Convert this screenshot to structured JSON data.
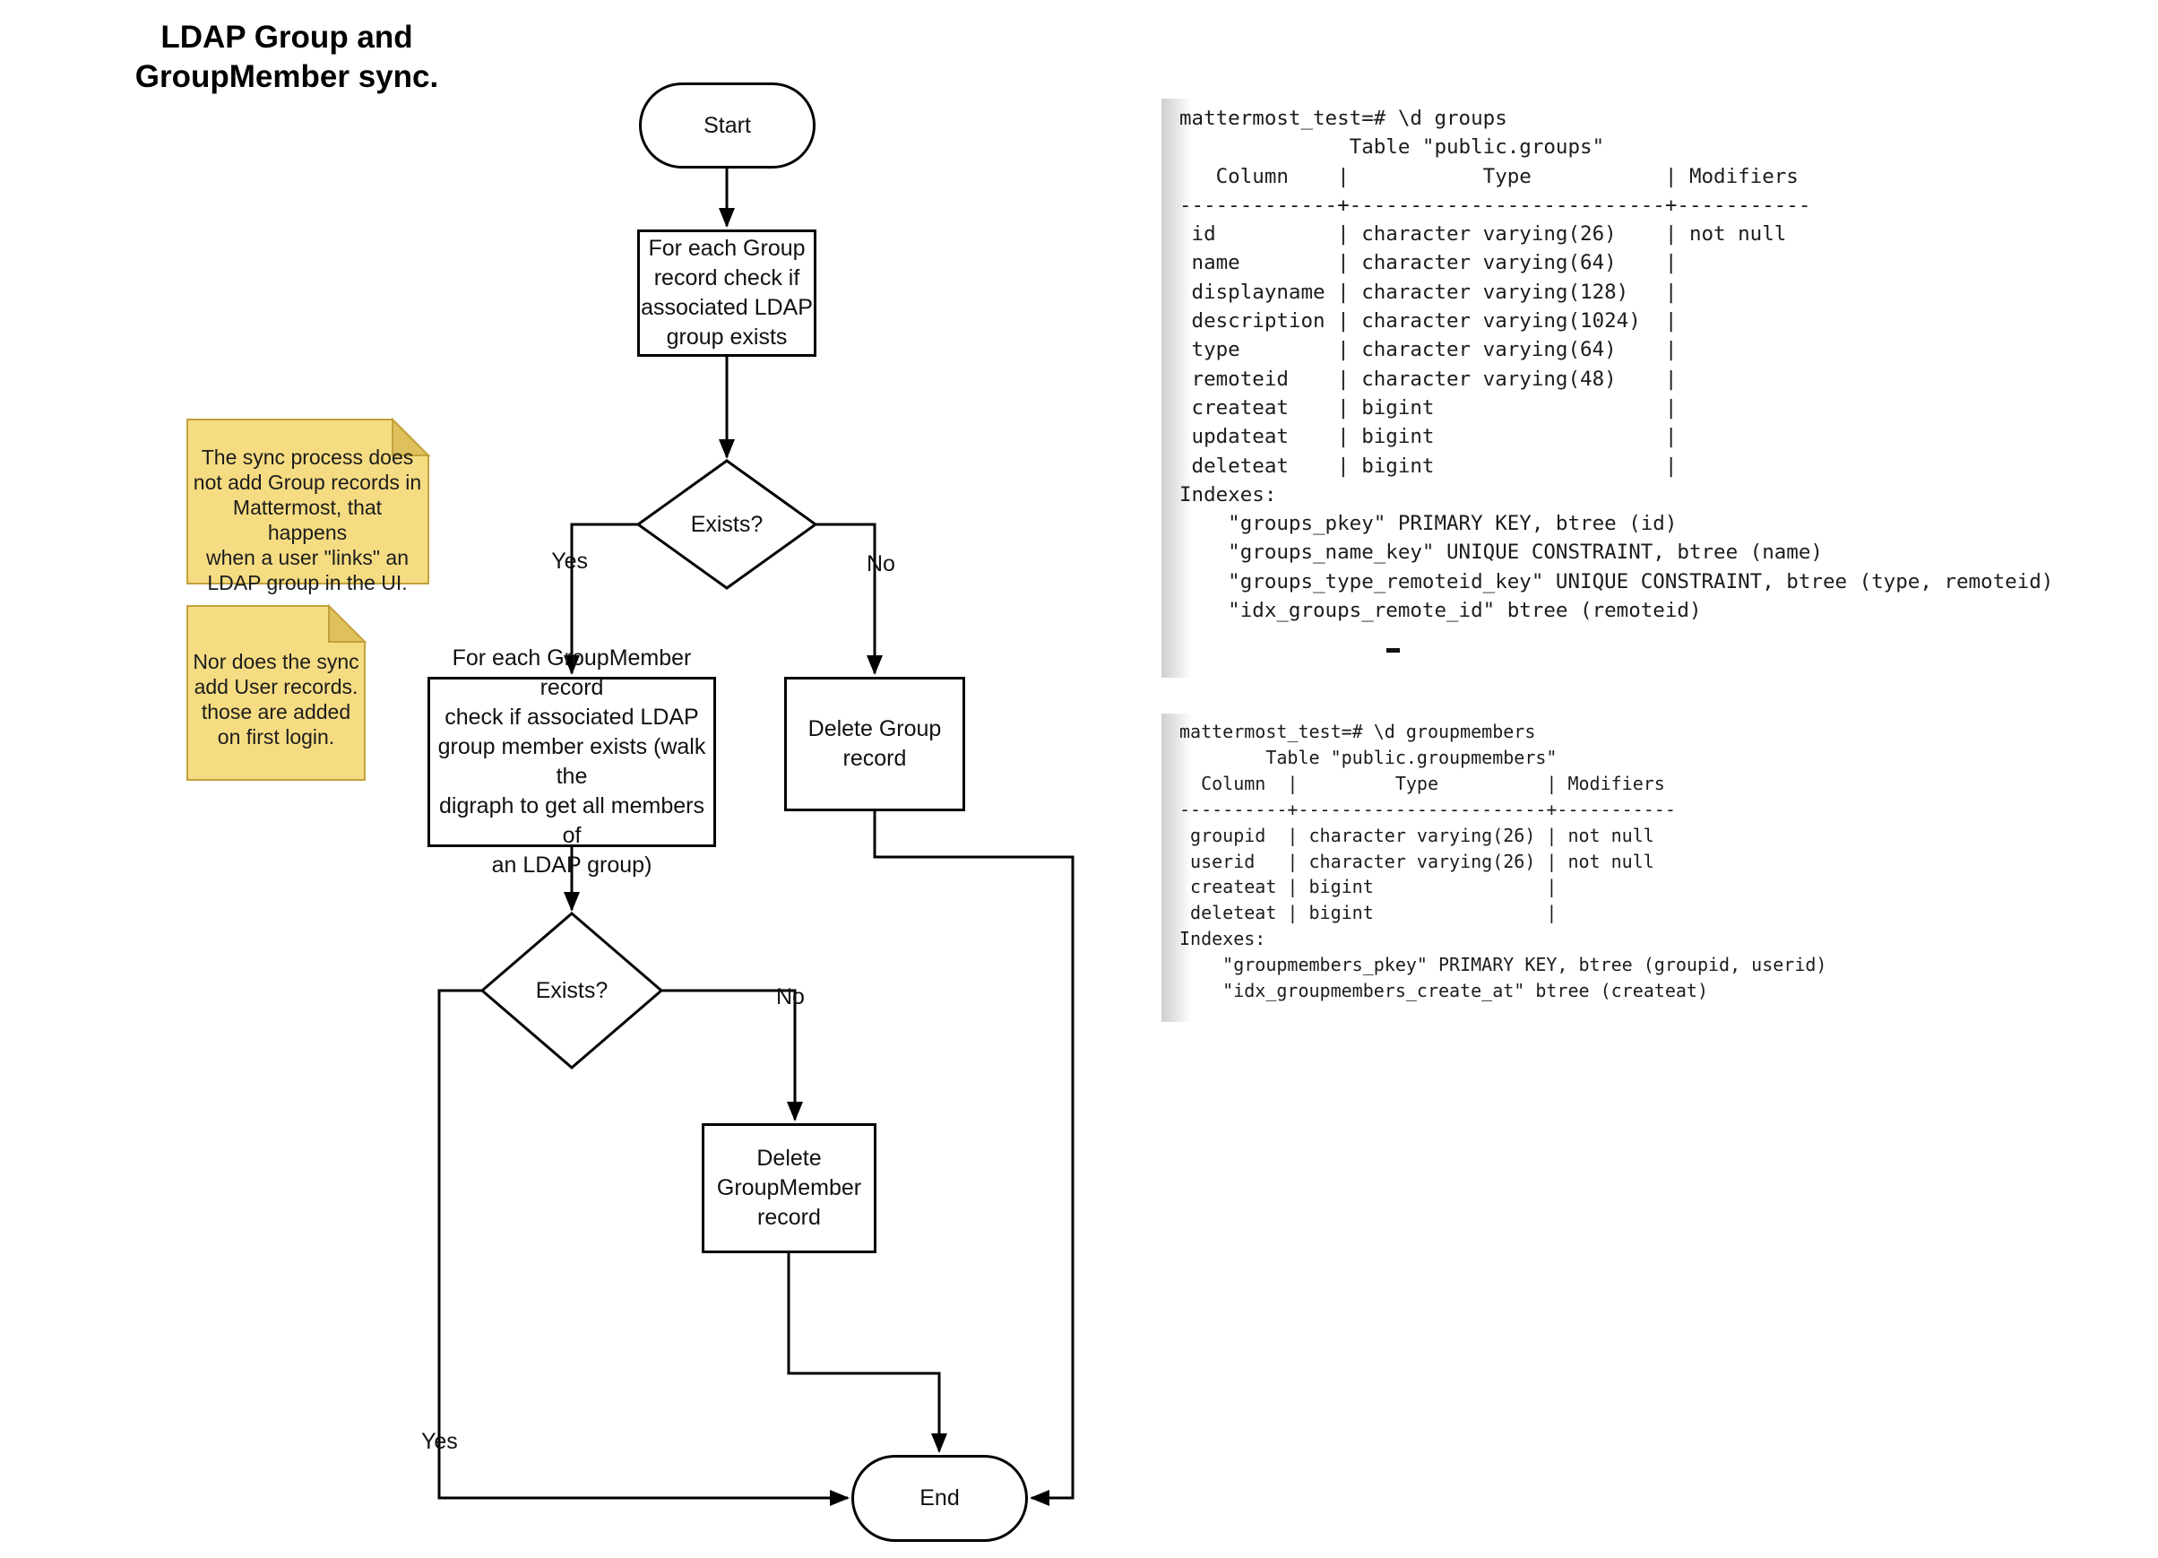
{
  "title": "LDAP Group and\nGroupMember sync.",
  "flowchart": {
    "start_label": "Start",
    "check_group_box": "For each Group\nrecord check if\nassociated LDAP\ngroup exists",
    "exists1_label": "Exists?",
    "yes1_label": "Yes",
    "no1_label": "No",
    "check_groupmember_box": "For each GroupMember record\ncheck if associated LDAP\ngroup member exists (walk the\ndigraph to get all members of\nan LDAP group)",
    "delete_group_box": "Delete Group\nrecord",
    "exists2_label": "Exists?",
    "yes2_label": "Yes",
    "no2_label": "No",
    "delete_groupmember_box": "Delete\nGroupMember\nrecord",
    "end_label": "End"
  },
  "notes": [
    {
      "text": "The sync process does\nnot add Group records in\nMattermost, that happens\nwhen a user \"links\" an\nLDAP group in the UI."
    },
    {
      "text": "Nor does the sync\nadd User records.\nthose are added\non first login."
    }
  ],
  "terminals": [
    {
      "content": "mattermost_test=# \\d groups\n              Table \"public.groups\"\n   Column    |           Type           | Modifiers\n-------------+--------------------------+-----------\n id          | character varying(26)    | not null\n name        | character varying(64)    | \n displayname | character varying(128)   | \n description | character varying(1024)  | \n type        | character varying(64)    | \n remoteid    | character varying(48)    | \n createat    | bigint                   | \n updateat    | bigint                   | \n deleteat    | bigint                   | \nIndexes:\n    \"groups_pkey\" PRIMARY KEY, btree (id)\n    \"groups_name_key\" UNIQUE CONSTRAINT, btree (name)\n    \"groups_type_remoteid_key\" UNIQUE CONSTRAINT, btree (type, remoteid)\n    \"idx_groups_remote_id\" btree (remoteid)"
    },
    {
      "content": "mattermost_test=# \\d groupmembers\n        Table \"public.groupmembers\"\n  Column  |         Type          | Modifiers\n----------+-----------------------+-----------\n groupid  | character varying(26) | not null\n userid   | character varying(26) | not null\n createat | bigint                | \n deleteat | bigint                | \nIndexes:\n    \"groupmembers_pkey\" PRIMARY KEY, btree (groupid, userid)\n    \"idx_groupmembers_create_at\" btree (createat)"
    }
  ],
  "colors": {
    "line": "#000000",
    "note_fill": "#F5DC82",
    "note_fold": "#DEC05C",
    "note_border": "#C2A13C",
    "terminal_text": "#1c1c1c"
  }
}
